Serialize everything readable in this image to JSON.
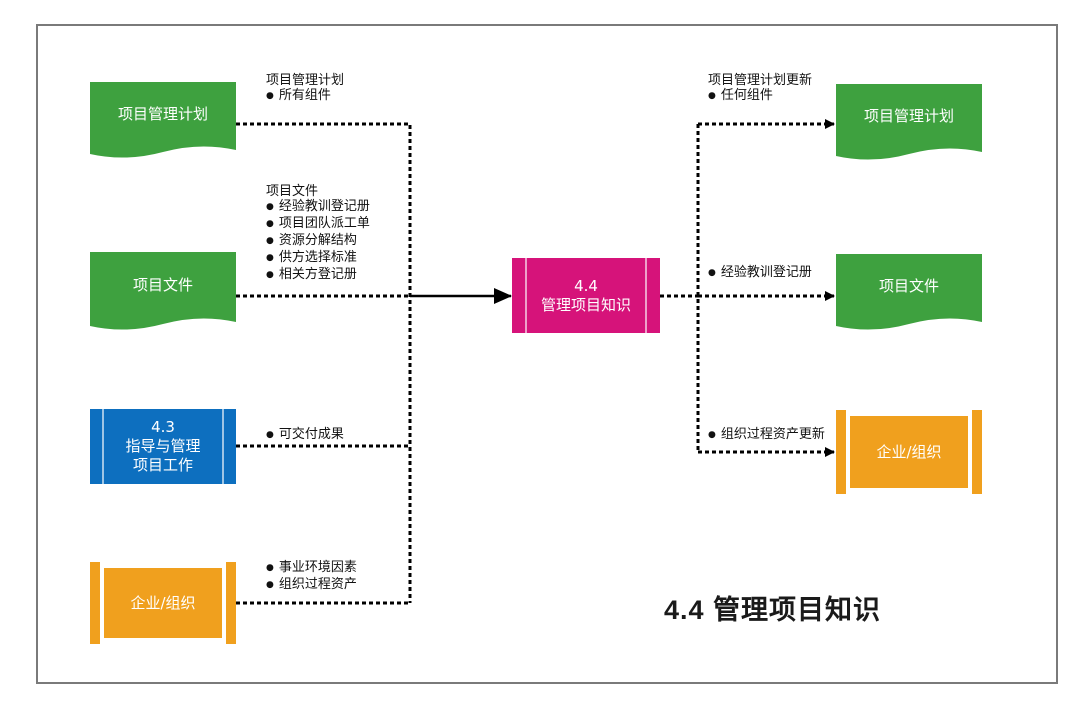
{
  "title": "4.4 管理项目知识",
  "center": {
    "line1": "4.4",
    "line2": "管理项目知识",
    "color": "#d6137a"
  },
  "colors": {
    "doc": "#3ea13f",
    "process": "#0d6fbf",
    "org": "#f0a01e",
    "center": "#d6137a"
  },
  "inputs": [
    {
      "box": "项目管理计划",
      "label_title": "项目管理计划",
      "items": [
        "所有组件"
      ]
    },
    {
      "box": "项目文件",
      "label_title": "项目文件",
      "items": [
        "经验教训登记册",
        "项目团队派工单",
        "资源分解结构",
        "供方选择标准",
        "相关方登记册"
      ]
    },
    {
      "box_line1": "4.3",
      "box_line2": "指导与管理",
      "box_line3": "项目工作",
      "items": [
        "可交付成果"
      ]
    },
    {
      "box": "企业/组织",
      "items": [
        "事业环境因素",
        "组织过程资产"
      ]
    }
  ],
  "outputs": [
    {
      "box": "项目管理计划",
      "label_title": "项目管理计划更新",
      "items": [
        "任何组件"
      ]
    },
    {
      "box": "项目文件",
      "items": [
        "经验教训登记册"
      ]
    },
    {
      "box": "企业/组织",
      "items": [
        "组织过程资产更新"
      ]
    }
  ]
}
